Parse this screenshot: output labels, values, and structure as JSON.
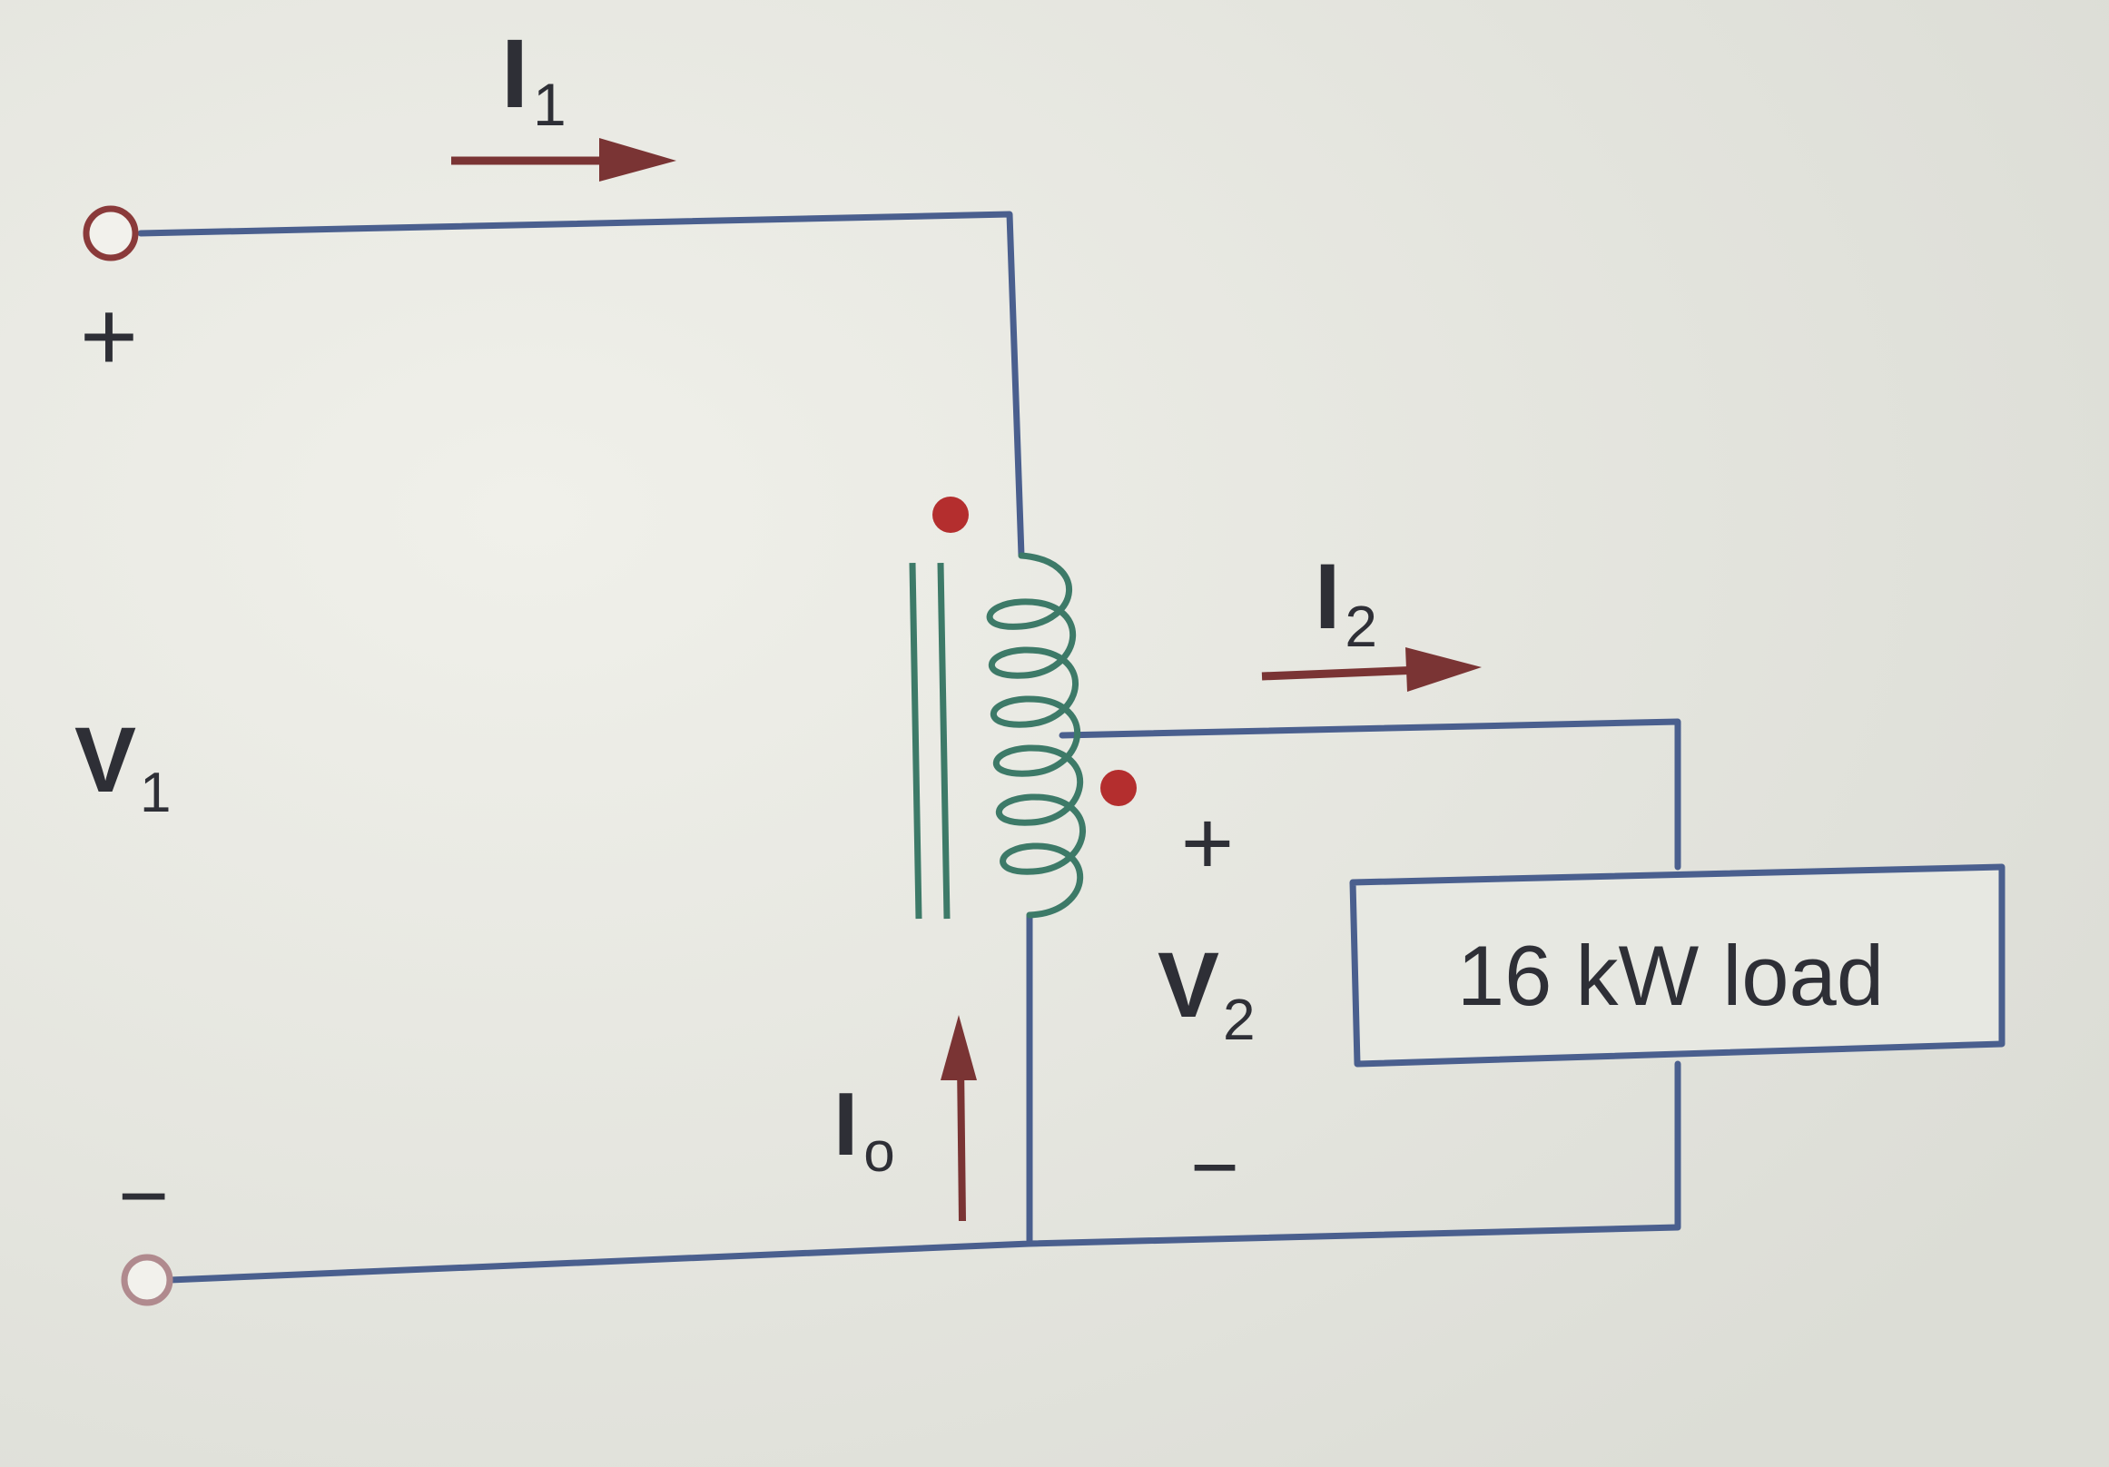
{
  "labels": {
    "i1": {
      "main": "I",
      "sub": "1"
    },
    "i2": {
      "main": "I",
      "sub": "2"
    },
    "io": {
      "main": "I",
      "sub": "o"
    },
    "v1": {
      "main": "V",
      "sub": "1"
    },
    "v2": {
      "main": "V",
      "sub": "2"
    },
    "primary_plus": "+",
    "primary_minus": "−",
    "secondary_plus": "+",
    "secondary_minus": "−"
  },
  "load": {
    "label": "16 kW load"
  },
  "colors": {
    "wire": "#4a5f8e",
    "arrow": "#7a3434",
    "dot": "#b42e2e",
    "coil": "#3d7a68",
    "core": "#3d7a68",
    "text": "#2e2f36",
    "background": "#e9eae3"
  }
}
